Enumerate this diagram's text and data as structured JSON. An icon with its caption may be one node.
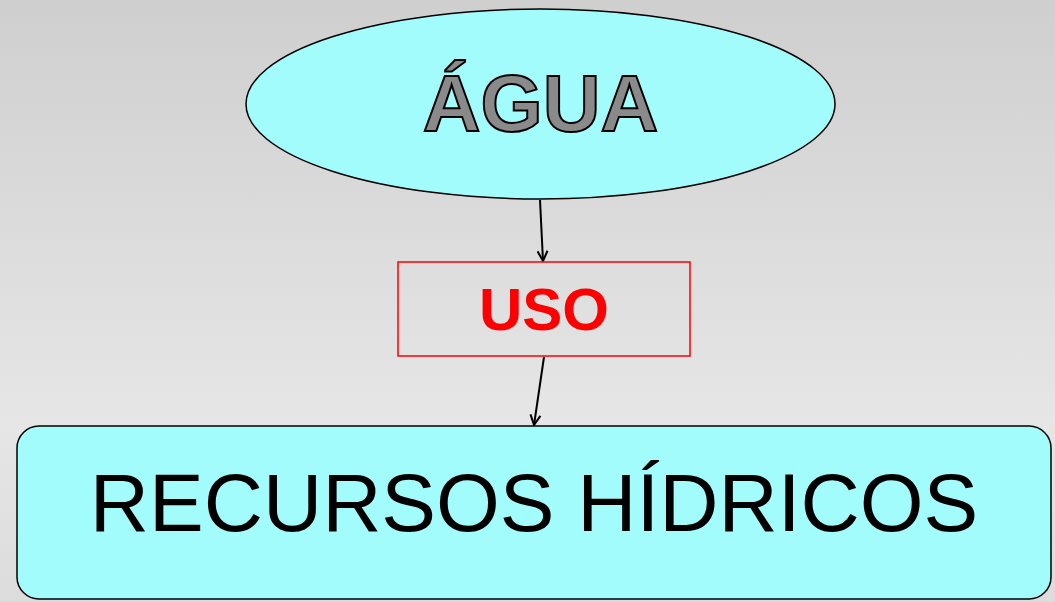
{
  "diagram": {
    "nodes": [
      {
        "text": [
          "ÁGUA"
        ]
      },
      {
        "text": [
          "USO"
        ]
      },
      {
        "text": [
          "RECURSOS HÍDRICOS"
        ]
      }
    ],
    "edges": [
      {
        "from": 0,
        "to": 1,
        "arrow": "to"
      },
      {
        "from": 1,
        "to": 2,
        "arrow": "to"
      }
    ]
  }
}
